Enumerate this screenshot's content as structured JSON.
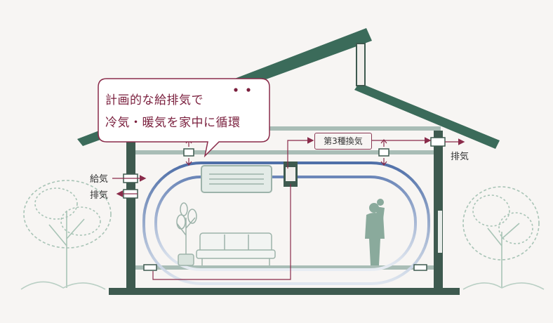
{
  "bubble": {
    "line1": "計画的な給排気で",
    "line2": "冷気・暖気を家中に循環",
    "emphasis_dots": 2
  },
  "labels": {
    "supply_left": "給気",
    "exhaust_left": "排気",
    "exhaust_right": "排気",
    "ventilation_type": "第3種換気"
  },
  "colors": {
    "roof": "#3b6b5a",
    "wall": "#3e5a4f",
    "duct": "#a9bdb6",
    "airflow_cool": "#5a7ab0",
    "arrow": "#8a2b4a",
    "tree": "#a8c4b6",
    "bubble_text": "#7a1f3d"
  }
}
